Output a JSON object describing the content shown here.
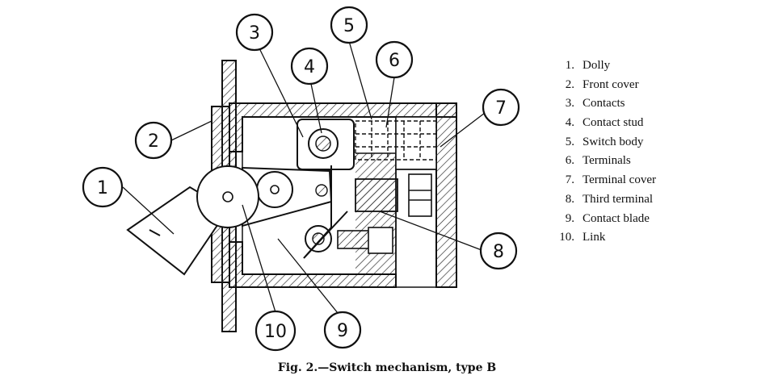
{
  "figure": {
    "caption": "Fig. 2.—Switch mechanism, type B",
    "callouts": [
      "1",
      "2",
      "3",
      "4",
      "5",
      "6",
      "7",
      "8",
      "9",
      "10"
    ]
  },
  "legend": [
    {
      "num": "1.",
      "label": "Dolly"
    },
    {
      "num": "2.",
      "label": "Front cover"
    },
    {
      "num": "3.",
      "label": "Contacts"
    },
    {
      "num": "4.",
      "label": "Contact stud"
    },
    {
      "num": "5.",
      "label": "Switch body"
    },
    {
      "num": "6.",
      "label": "Terminals"
    },
    {
      "num": "7.",
      "label": "Terminal cover"
    },
    {
      "num": "8.",
      "label": "Third terminal"
    },
    {
      "num": "9.",
      "label": "Contact blade"
    },
    {
      "num": "10.",
      "label": "Link"
    }
  ]
}
